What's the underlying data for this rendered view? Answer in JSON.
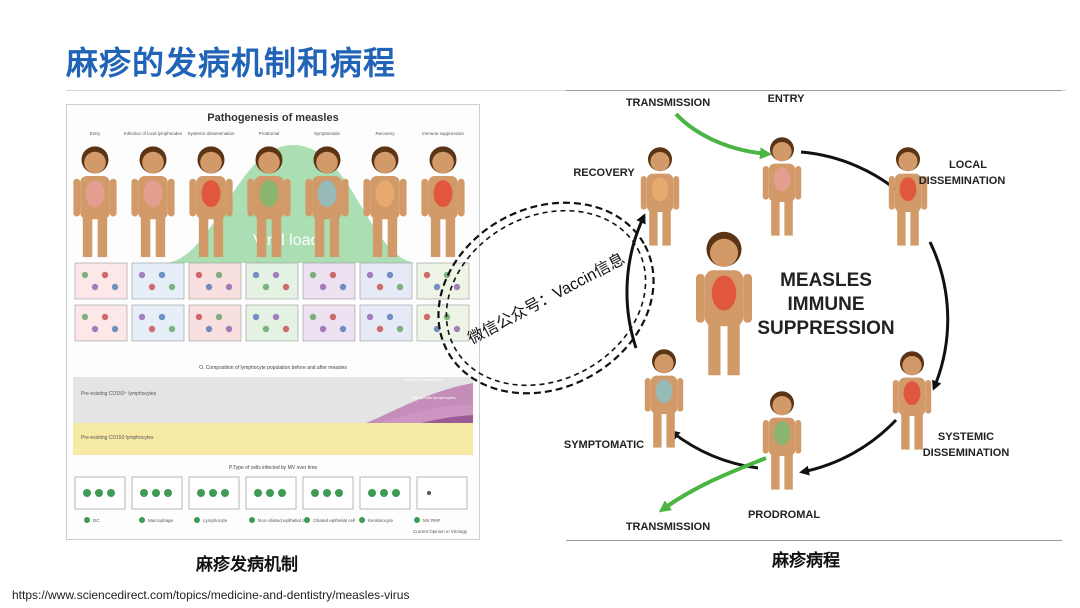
{
  "slide": {
    "title": "麻疹的发病机制和病程"
  },
  "left_figure": {
    "title": "Pathogenesis of measles",
    "stages": [
      "Entry",
      "Infection of local lymphnodes",
      "Systemic dissemination",
      "Prodromal",
      "Symptomatic",
      "Recovery",
      "Immune suppression"
    ],
    "viral_load_label": "Viral load",
    "composition_title": "O. Composition of lymphocyte population before and after measles",
    "pre_cd150_pos": "Pre-existing CD150⁺ lymphocytes",
    "pre_cd150_neg": "Pre-existing CD150 lymphocytes",
    "newly_expanded": "Newly expanded lym...",
    "mv_specific": "MV-specific lymphocytes",
    "cells_title": "P.Type of cells infected by MV over time",
    "legend": [
      "DC",
      "Macrophage",
      "Lymphocyte",
      "Non-ciliated epithelial cell",
      "Ciliated epithelial cell",
      "Keratinocyte",
      "MV RNP"
    ],
    "journal": "Current Opinion in Virology",
    "caption": "麻疹发病机制"
  },
  "right_figure": {
    "center_lines": [
      "MEASLES",
      "IMMUNE",
      "SUPPRESSION"
    ],
    "labels": {
      "transmission_in": "TRANSMISSION",
      "entry": "ENTRY",
      "local": [
        "LOCAL",
        "DISSEMINATION"
      ],
      "systemic": [
        "SYSTEMIC",
        "DISSEMINATION"
      ],
      "prodromal": "PRODROMAL",
      "transmission_out": "TRANSMISSION",
      "symptomatic": "SYMPTOMATIC",
      "recovery": "RECOVERY"
    },
    "caption": "麻疹病程"
  },
  "watermark": "微信公众号：Vaccin信息",
  "source_url": "https://www.sciencedirect.com/topics/medicine-and-dentistry/measles-virus",
  "colors": {
    "title_blue": "#2163b6",
    "viral_green": "#8fd39a",
    "arrow_green": "#4bb543",
    "skin": "#d29a68",
    "hair": "#5a3415",
    "infection_red": "#e53b2b",
    "band_yellow": "#f7eaa4",
    "band_purple": "#8a3f82"
  }
}
